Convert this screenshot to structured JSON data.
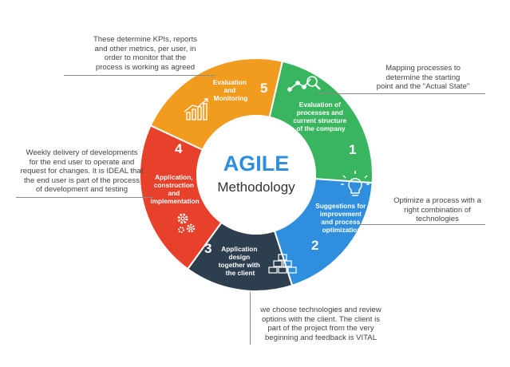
{
  "center": {
    "title": "AGILE",
    "subtitle": "Methodology"
  },
  "colors": {
    "green": "#3ab55f",
    "blue": "#2f8fde",
    "navy": "#2d3e4f",
    "red": "#e8412b",
    "orange": "#f29c1f",
    "title": "#2f8fde"
  },
  "segments": [
    {
      "number": "1",
      "lines": [
        "Evaluation of",
        "processes and",
        "current structure",
        "of the company"
      ],
      "icon": "magnifier-chart-icon"
    },
    {
      "number": "2",
      "lines": [
        "Suggestions for",
        "improvement",
        "and process",
        "optimization"
      ],
      "icon": "lightbulb-icon"
    },
    {
      "number": "3",
      "lines": [
        "Application",
        "design",
        "together with",
        "the client"
      ],
      "icon": "brick-blocks-icon"
    },
    {
      "number": "4",
      "lines": [
        "Application,",
        "construction",
        "and",
        "implementation"
      ],
      "icon": "gears-icon"
    },
    {
      "number": "5",
      "lines": [
        "Evaluation",
        "and",
        "Monitoring"
      ],
      "icon": "bar-chart-icon"
    }
  ],
  "notes": {
    "top_left": [
      "These determine KPIs, reports",
      "and other metrics, per user, in",
      "order to monitor that the",
      "process is working as agreed"
    ],
    "top_right": [
      "Mapping processes to",
      "determine the starting",
      "point and the \"Actual State\""
    ],
    "left": [
      "Weekly delivery of developments",
      "for the end user to operate and",
      "request for changes. It is IDEAL that",
      "the end user is part of the process",
      "of development and testing"
    ],
    "right": [
      "Optimize a process with a",
      "right combination of",
      "technologies"
    ],
    "bottom": [
      "we choose technologies and review",
      "options with the client. The client is",
      "part of the project from the very",
      "beginning and feedback is VITAL"
    ]
  }
}
